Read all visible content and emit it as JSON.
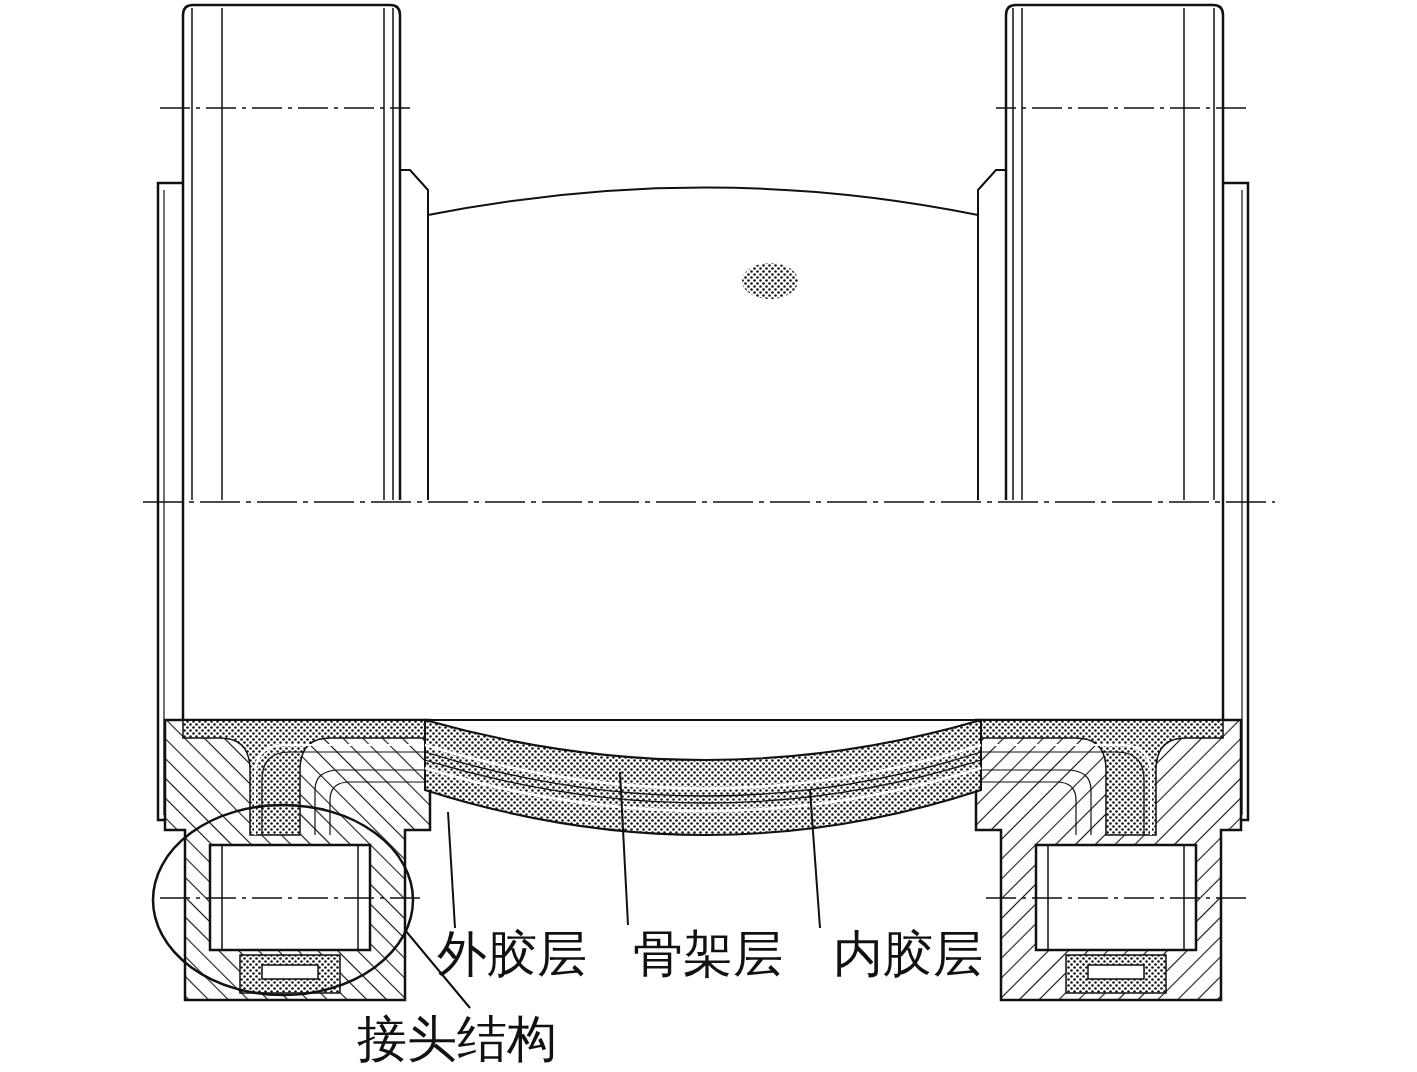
{
  "diagram": {
    "labels": [
      "外胶层",
      "骨架层",
      "内胶层",
      "接头结构"
    ]
  }
}
